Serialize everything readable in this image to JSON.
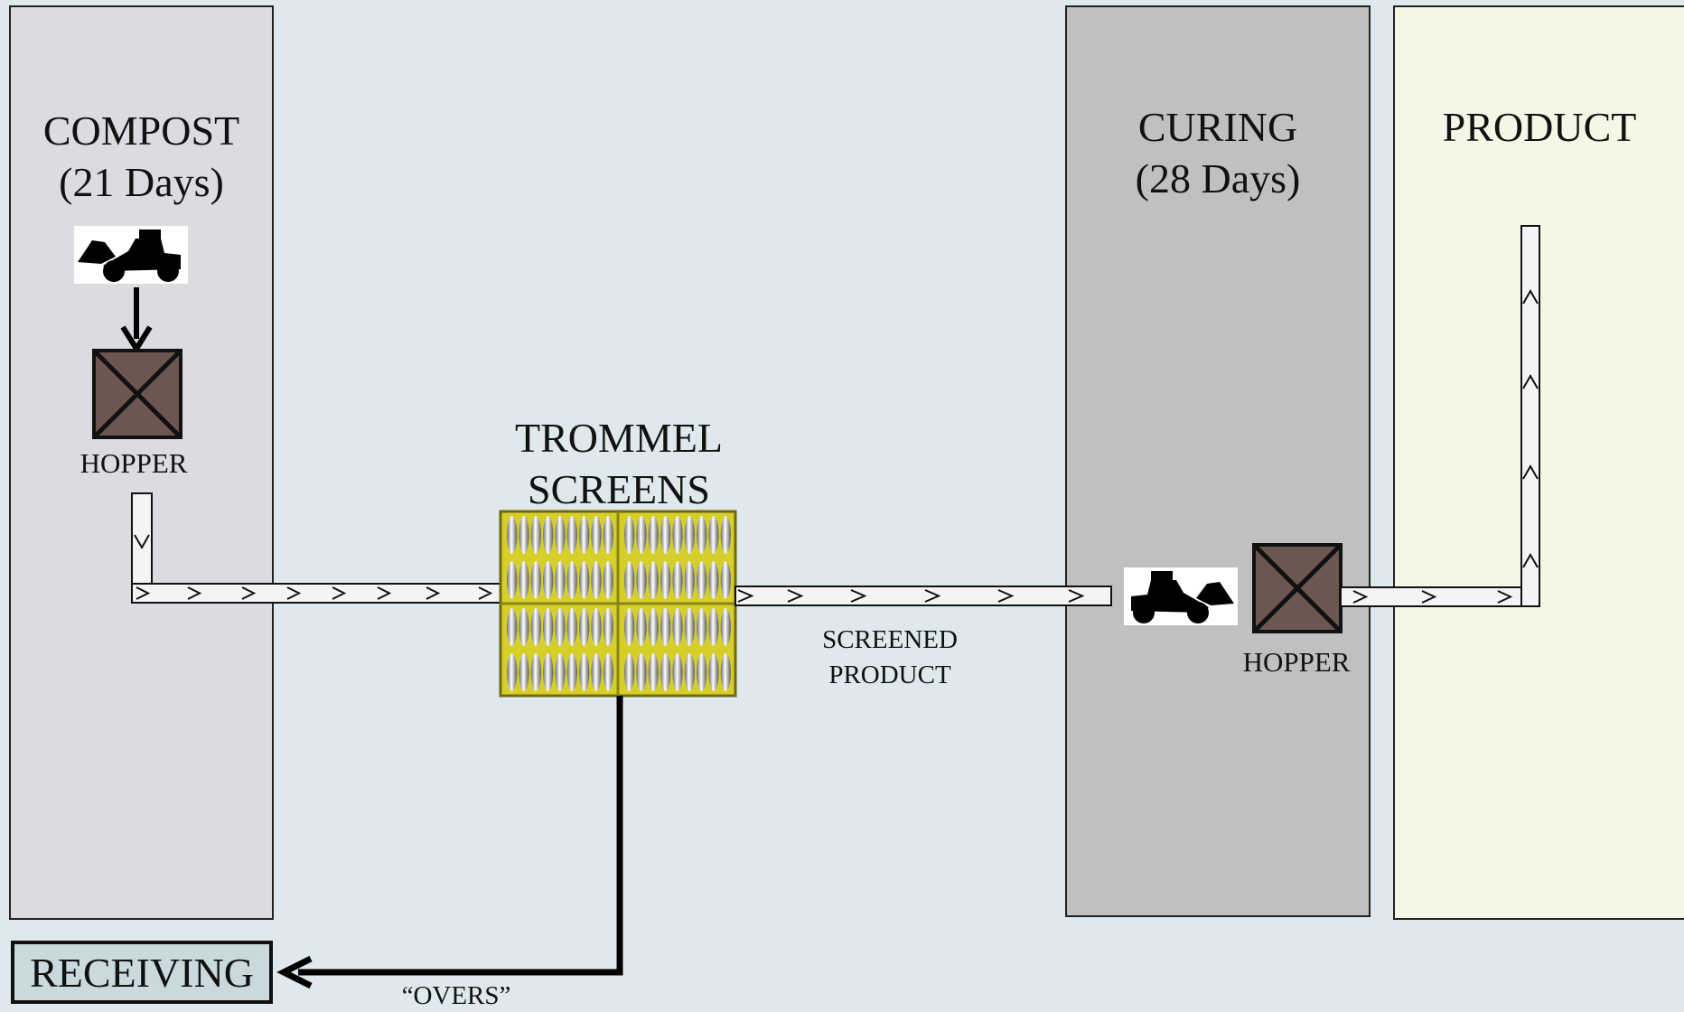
{
  "zones": {
    "compost": {
      "title": "COMPOST",
      "subtitle": "(21 Days)"
    },
    "curing": {
      "title": "CURING",
      "subtitle": "(28 Days)"
    },
    "product": {
      "title": "PRODUCT"
    },
    "receiving": {
      "title": "RECEIVING"
    }
  },
  "labels": {
    "hopper_left": "HOPPER",
    "hopper_right": "HOPPER",
    "trommel_line1": "TROMMEL",
    "trommel_line2": "SCREENS",
    "screened_line1": "SCREENED",
    "screened_line2": "PRODUCT",
    "overs": "“OVERS”"
  },
  "colors": {
    "background": "#dfe8ec",
    "compost_zone": "#dcdbe0",
    "curing_zone": "#c0c0c0",
    "product_zone": "#f5f7e6",
    "receiving_box": "#c9d9de",
    "hopper": "#6b5750",
    "trommel": "#d6cf2a"
  },
  "icons": {
    "loader_left": "front-loader-icon",
    "loader_right": "front-loader-icon",
    "hopper": "hopper-box-icon",
    "trommel": "trommel-screen-icon"
  }
}
